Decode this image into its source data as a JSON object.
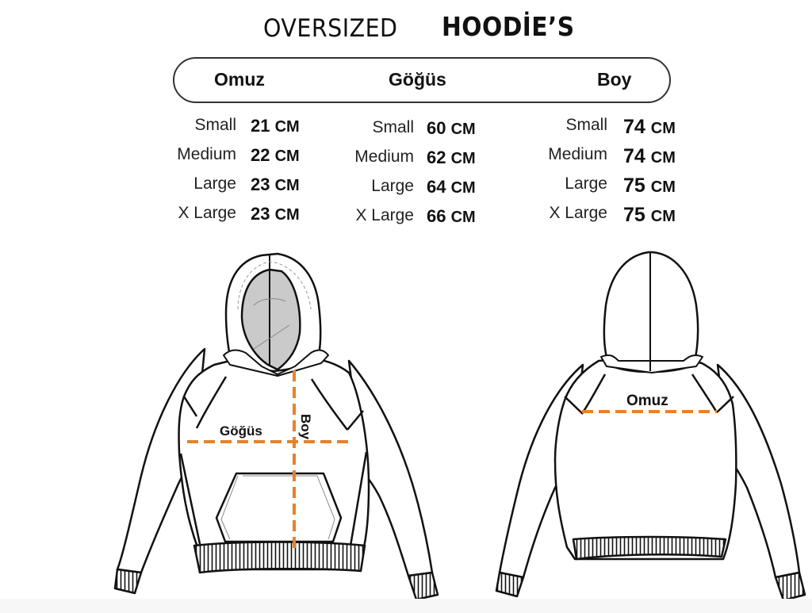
{
  "title": {
    "word1": "OVERSIZED",
    "word2": "HOODİE’S"
  },
  "header": {
    "columns": [
      "Omuz",
      "Göğüs",
      "Boy"
    ]
  },
  "size_chart": {
    "unit": "CM",
    "omuz": [
      {
        "size": "Small",
        "value": "21",
        "unit": "CM"
      },
      {
        "size": "Medium",
        "value": "22",
        "unit": "CM"
      },
      {
        "size": "Large",
        "value": "23",
        "unit": "CM"
      },
      {
        "size": "X Large",
        "value": "23",
        "unit": "CM"
      }
    ],
    "gogus": [
      {
        "size": "Small",
        "value": "60",
        "unit": "CM"
      },
      {
        "size": "Medium",
        "value": "62",
        "unit": "CM"
      },
      {
        "size": "Large",
        "value": "64",
        "unit": "CM"
      },
      {
        "size": "X Large",
        "value": "66",
        "unit": "CM"
      }
    ],
    "boy": [
      {
        "size": "Small",
        "value": "74",
        "unit": "CM"
      },
      {
        "size": "Medium",
        "value": "74",
        "unit": "CM"
      },
      {
        "size": "Large",
        "value": "75",
        "unit": "CM"
      },
      {
        "size": "X Large",
        "value": "75",
        "unit": "CM"
      }
    ]
  },
  "diagram": {
    "front": {
      "chest_label": "Göğüs",
      "length_label": "Boy"
    },
    "back": {
      "shoulder_label": "Omuz"
    },
    "colors": {
      "measure_line": "#e8812a",
      "outline": "#111111",
      "hood_inner": "#c9c9c9"
    }
  }
}
